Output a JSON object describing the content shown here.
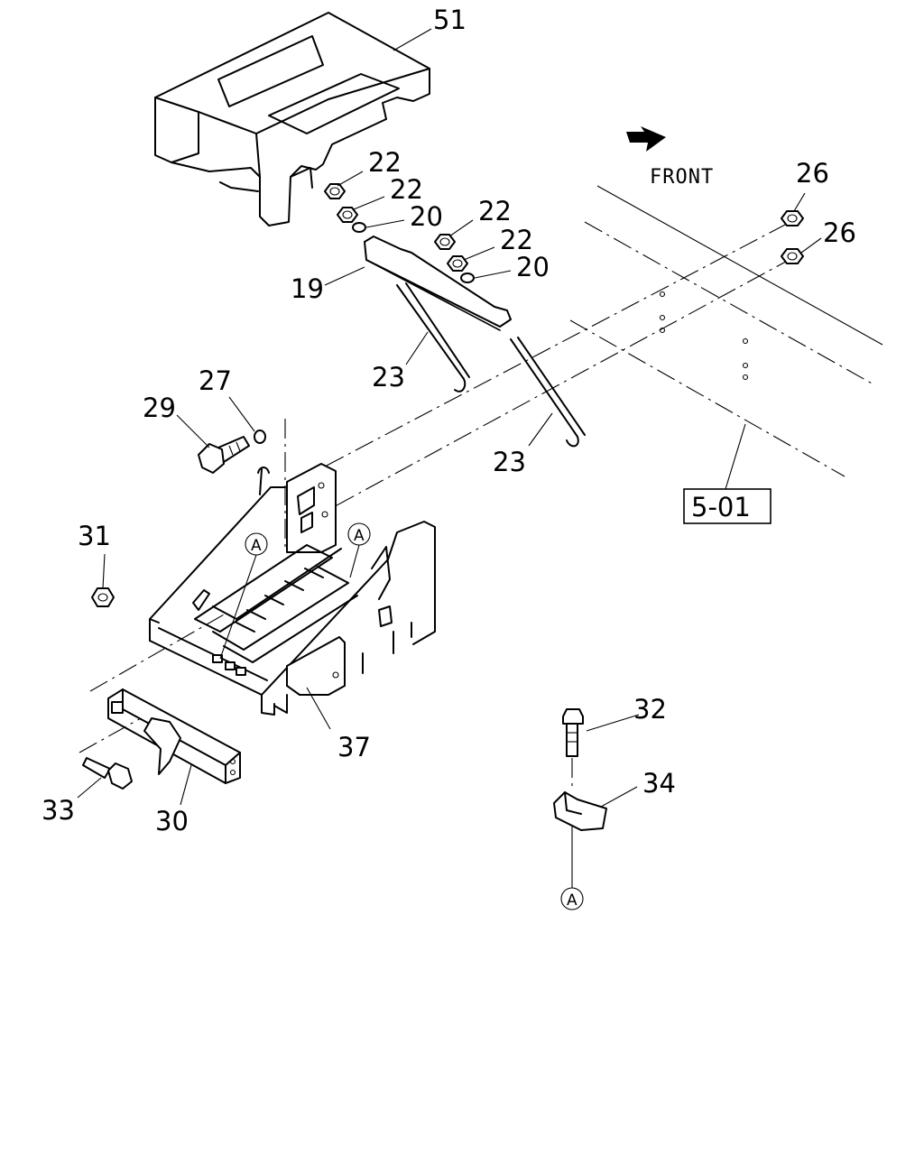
{
  "diagram": {
    "direction_label": "FRONT",
    "reference_box": "5-01",
    "connector_letter": "A",
    "callouts": [
      {
        "id": "p51",
        "text": "51"
      },
      {
        "id": "p22a",
        "text": "22"
      },
      {
        "id": "p22b",
        "text": "22"
      },
      {
        "id": "p20a",
        "text": "20"
      },
      {
        "id": "p22c",
        "text": "22"
      },
      {
        "id": "p22d",
        "text": "22"
      },
      {
        "id": "p20b",
        "text": "20"
      },
      {
        "id": "p19",
        "text": "19"
      },
      {
        "id": "p23a",
        "text": "23"
      },
      {
        "id": "p23b",
        "text": "23"
      },
      {
        "id": "p26a",
        "text": "26"
      },
      {
        "id": "p26b",
        "text": "26"
      },
      {
        "id": "p27",
        "text": "27"
      },
      {
        "id": "p29",
        "text": "29"
      },
      {
        "id": "p31",
        "text": "31"
      },
      {
        "id": "p37",
        "text": "37"
      },
      {
        "id": "p32",
        "text": "32"
      },
      {
        "id": "p34",
        "text": "34"
      },
      {
        "id": "p33",
        "text": "33"
      },
      {
        "id": "p30",
        "text": "30"
      }
    ]
  }
}
